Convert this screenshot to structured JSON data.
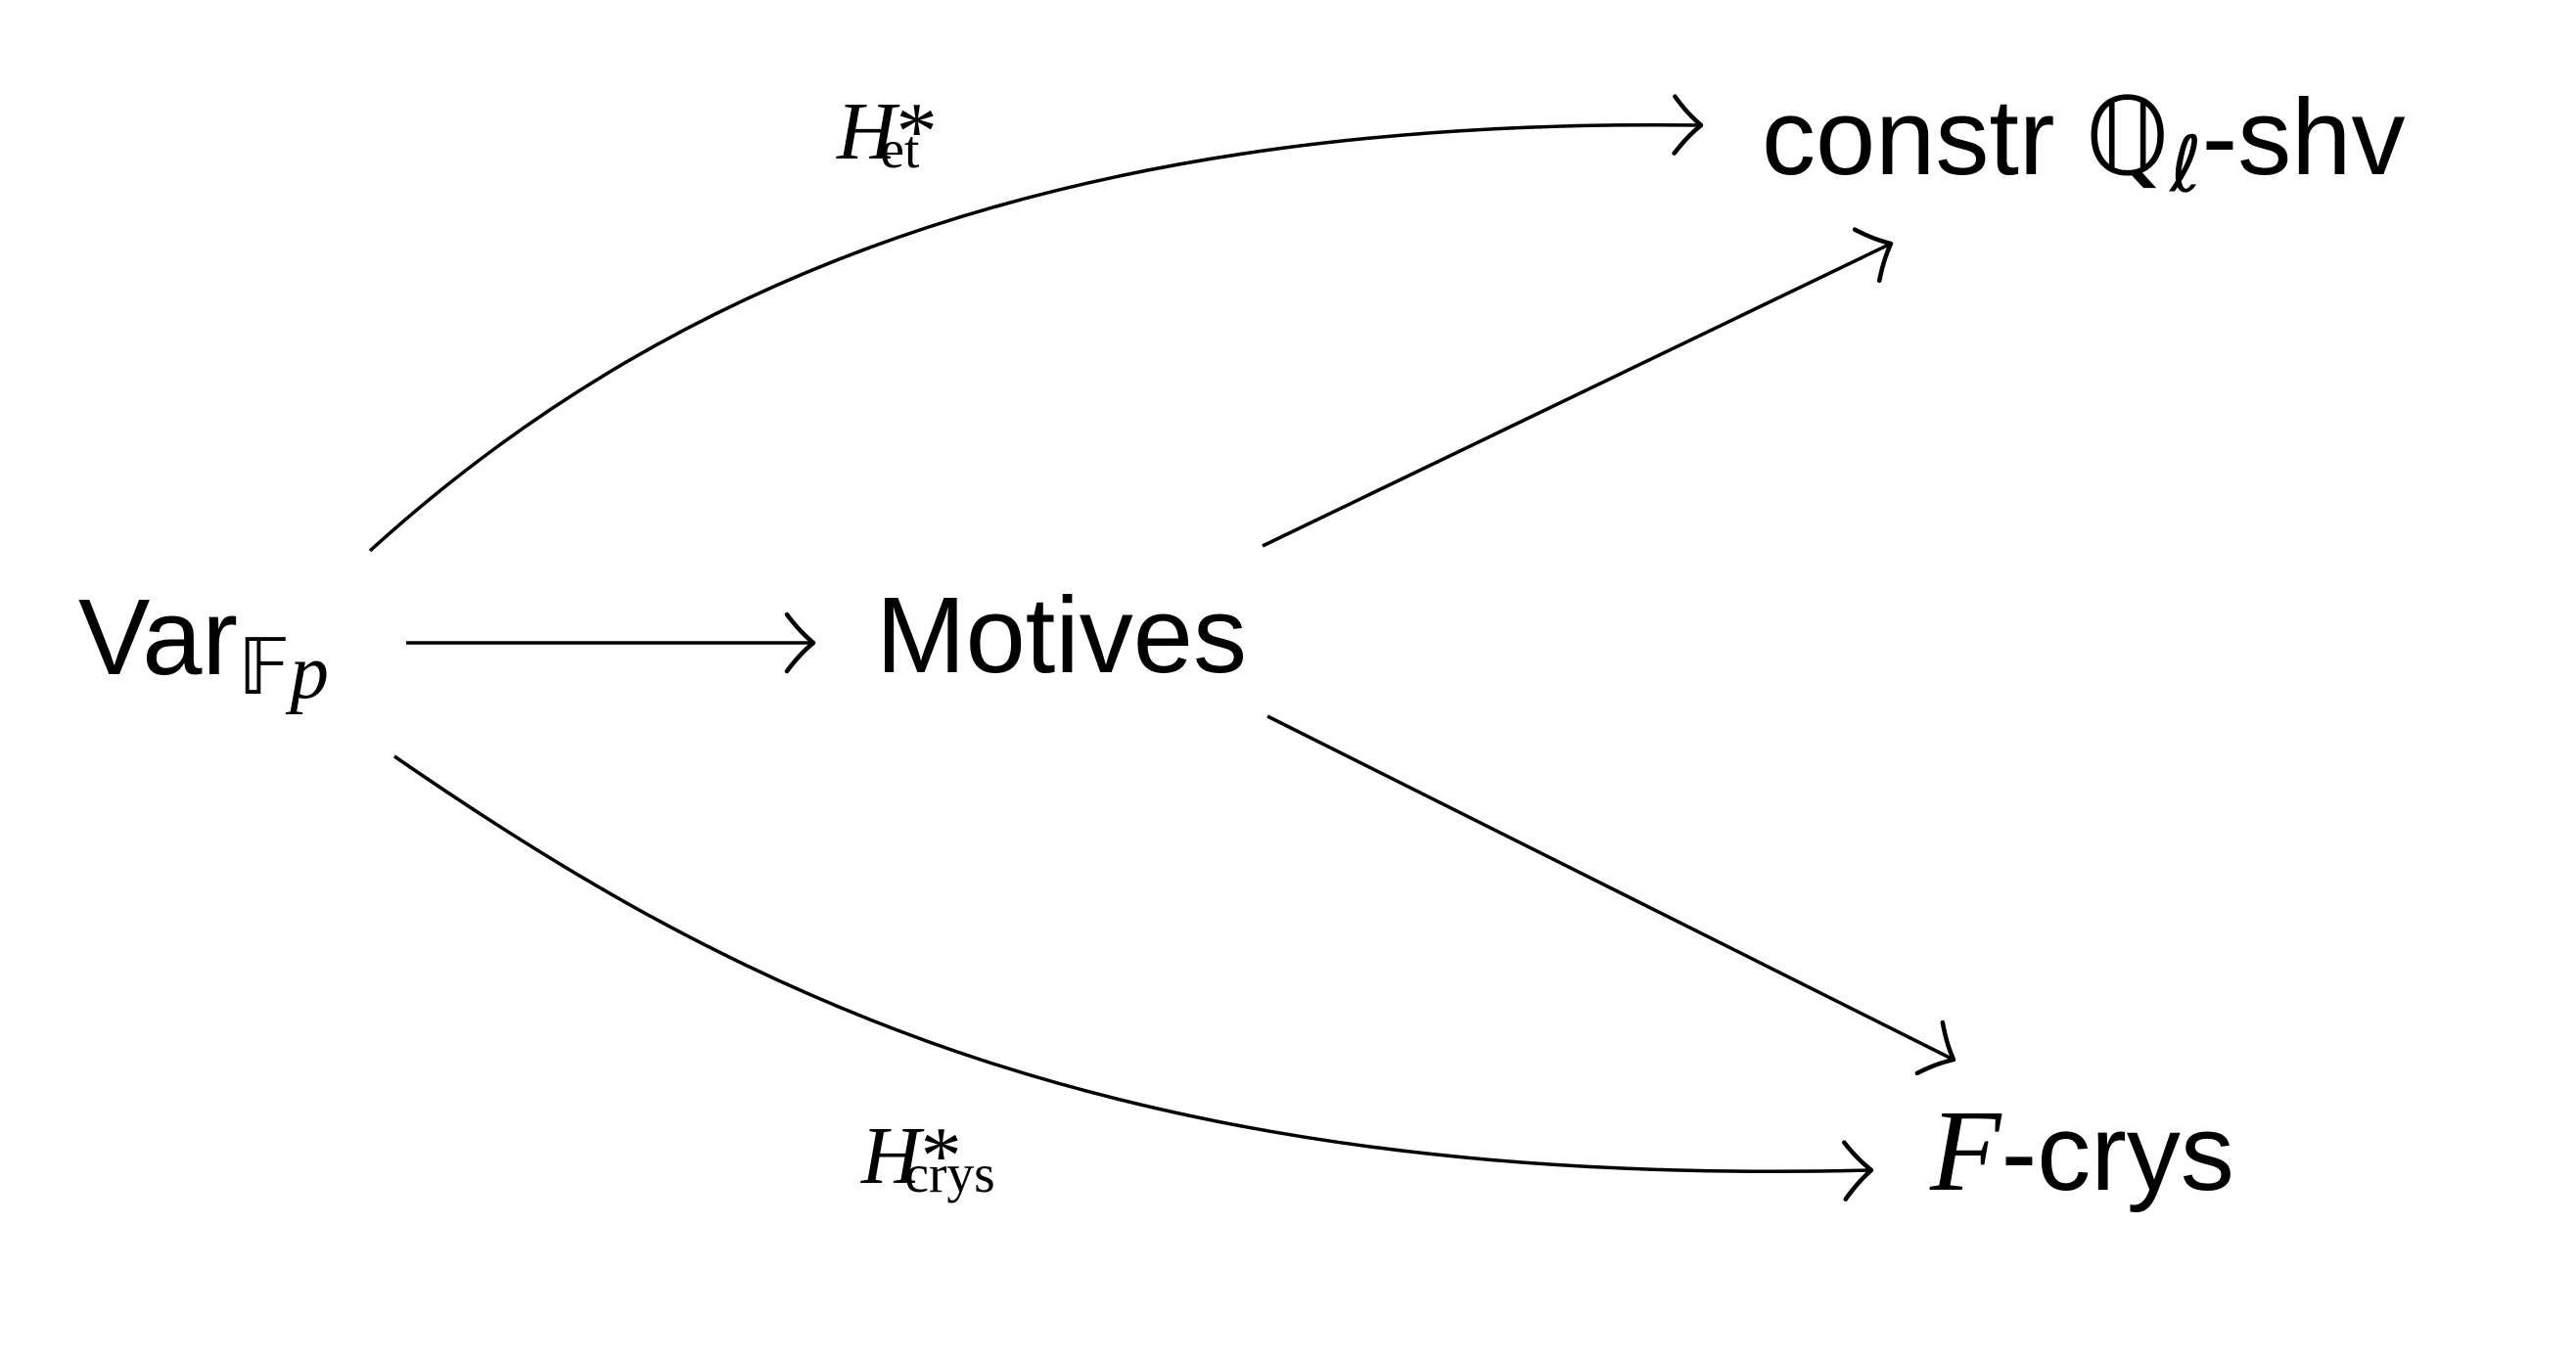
{
  "colors": {
    "ink": "#000000",
    "background": "#ffffff"
  },
  "nodes": {
    "var": {
      "word": "Var",
      "field": "𝔽",
      "field_sub": "p"
    },
    "motives": {
      "label": "Motives"
    },
    "constr": {
      "word": "constr",
      "field": "ℚ",
      "field_sub": "ℓ",
      "suffix": "-shv"
    },
    "fcrys": {
      "var": "F",
      "suffix": "-crys"
    }
  },
  "edge_labels": {
    "het": {
      "base": "H",
      "star": "*",
      "sub": "et"
    },
    "hcrys": {
      "base": "H",
      "star": "*",
      "sub": "crys"
    }
  },
  "edges": [
    {
      "from": "Var_Fp",
      "to": "Motives",
      "label": "",
      "shape": "straight"
    },
    {
      "from": "Var_Fp",
      "to": "constr Ql-shv",
      "label": "H*_et",
      "shape": "arc-up"
    },
    {
      "from": "Var_Fp",
      "to": "F-crys",
      "label": "H*_crys",
      "shape": "arc-down"
    },
    {
      "from": "Motives",
      "to": "constr Ql-shv",
      "label": "",
      "shape": "straight"
    },
    {
      "from": "Motives",
      "to": "F-crys",
      "label": "",
      "shape": "straight"
    }
  ]
}
